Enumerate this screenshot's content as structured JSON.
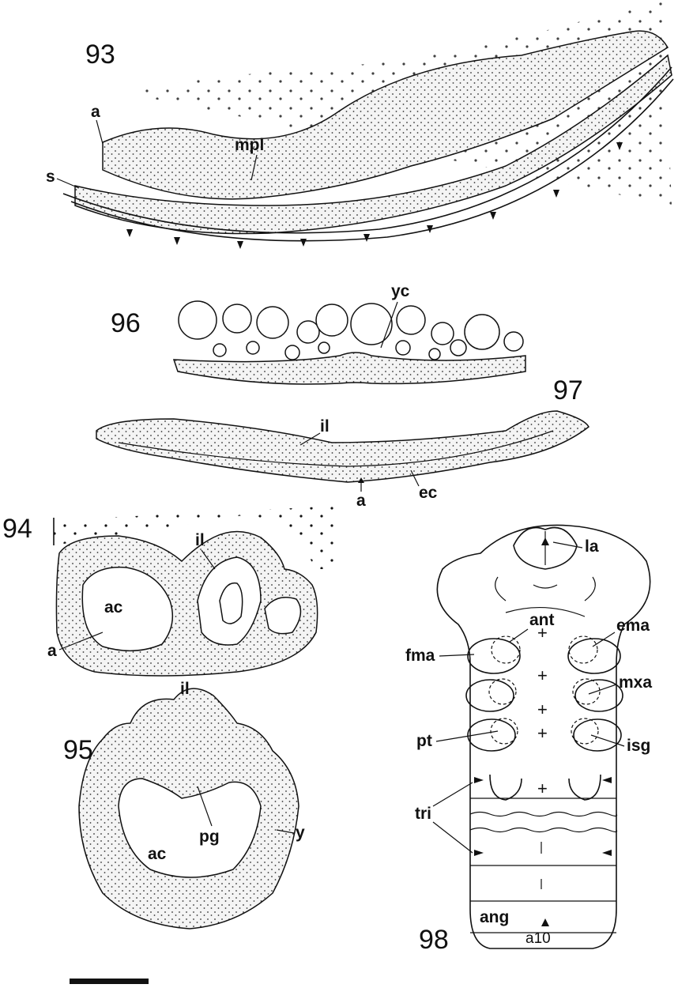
{
  "figures": {
    "f93": {
      "number": "93",
      "labels": {
        "a": "a",
        "mpl": "mpl",
        "s": "s"
      }
    },
    "f96": {
      "number": "96",
      "labels": {
        "yc": "yc"
      }
    },
    "f97": {
      "number": "97",
      "labels": {
        "il": "il",
        "a": "a",
        "ec": "ec"
      }
    },
    "f94": {
      "number": "94",
      "labels": {
        "il": "il",
        "ac": "ac",
        "a": "a"
      }
    },
    "f95": {
      "number": "95",
      "labels": {
        "il": "il",
        "ac": "ac",
        "pg": "pg",
        "y": "y"
      }
    },
    "f98": {
      "number": "98",
      "labels": {
        "la": "la",
        "ant": "ant",
        "ema": "ema",
        "fma": "fma",
        "mxa": "mxa",
        "pt": "pt",
        "isg": "isg",
        "tri": "tri",
        "ang": "ang",
        "a10": "a10"
      }
    }
  }
}
